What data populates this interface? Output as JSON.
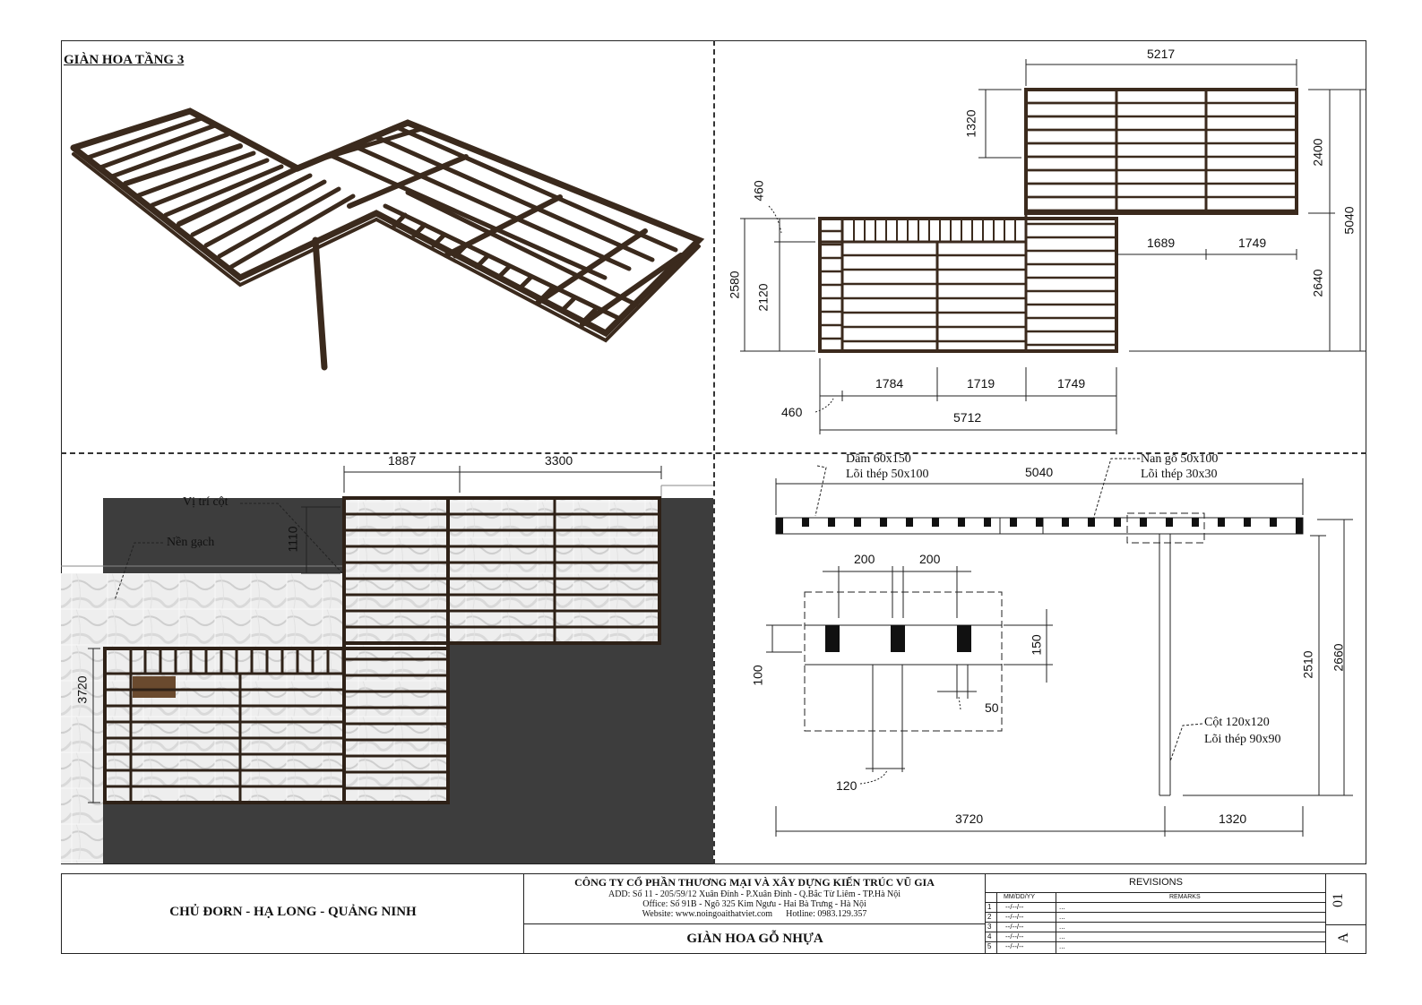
{
  "panels": {
    "perspective_title": "GIÀN HOA TẦNG 3",
    "plan_dims": {
      "top_width": "5217",
      "right_upper": "2400",
      "right_total": "5040",
      "right_lower": "2640",
      "left_upper": "1320",
      "left_offset": "460",
      "left_total": "2580",
      "left_lower": "2120",
      "mid_a": "1689",
      "mid_b": "1749",
      "bottom_a": "1784",
      "bottom_b": "1719",
      "bottom_c": "1749",
      "bottom_offset": "460",
      "bottom_total": "5712"
    },
    "site_plan": {
      "dim_a": "1887",
      "dim_b": "3300",
      "dim_left_upper": "1110",
      "dim_left_total": "3720",
      "label_column": "Vị trí cột",
      "label_floor": "Nền gạch"
    },
    "section": {
      "beam_label_1": "Dầm 60x150",
      "beam_label_2": "Lõi thép 50x100",
      "rib_label_1": "Nan gỗ 50x100",
      "rib_label_2": "Lõi thép 30x30",
      "top_total": "5040",
      "detail_200a": "200",
      "detail_200b": "200",
      "detail_150": "150",
      "detail_100": "100",
      "detail_50": "50",
      "detail_120": "120",
      "col_label_1": "Cột 120x120",
      "col_label_2": "Lõi thép 90x90",
      "h_2510": "2510",
      "h_2660": "2660",
      "bottom_3720": "3720",
      "bottom_1320": "1320"
    }
  },
  "title_block": {
    "client": "CHỦ ĐORN - HẠ LONG - QUẢNG NINH",
    "company": "CÔNG TY CỔ PHẦN THƯƠNG MẠI VÀ XÂY DỰNG KIẾN TRÚC VŨ GIA",
    "address": "ADD: Số 11 - 205/59/12 Xuân Đỉnh - P.Xuân Đỉnh - Q.Bắc Từ Liêm - TP.Hà Nội",
    "office": "Office: Số 91B - Ngõ 325 Kim Ngưu - Hai Bà Trưng - Hà Nội",
    "web": "Website: www.noingoaithatviet.com",
    "hotline": "Hotline: 0983.129.357",
    "drawing_title": "GIÀN HOA GỖ NHỰA",
    "revisions_header": "REVISIONS",
    "rev_col_date": "MM/DD/YY",
    "rev_col_remarks": "REMARKS",
    "rev_rows": [
      {
        "n": "1",
        "date": "--/--/--",
        "remark": "..."
      },
      {
        "n": "2",
        "date": "--/--/--",
        "remark": "..."
      },
      {
        "n": "3",
        "date": "--/--/--",
        "remark": "..."
      },
      {
        "n": "4",
        "date": "--/--/--",
        "remark": "..."
      },
      {
        "n": "5",
        "date": "--/--/--",
        "remark": "..."
      }
    ],
    "sheet_no": "01",
    "sheet_size": "A"
  }
}
